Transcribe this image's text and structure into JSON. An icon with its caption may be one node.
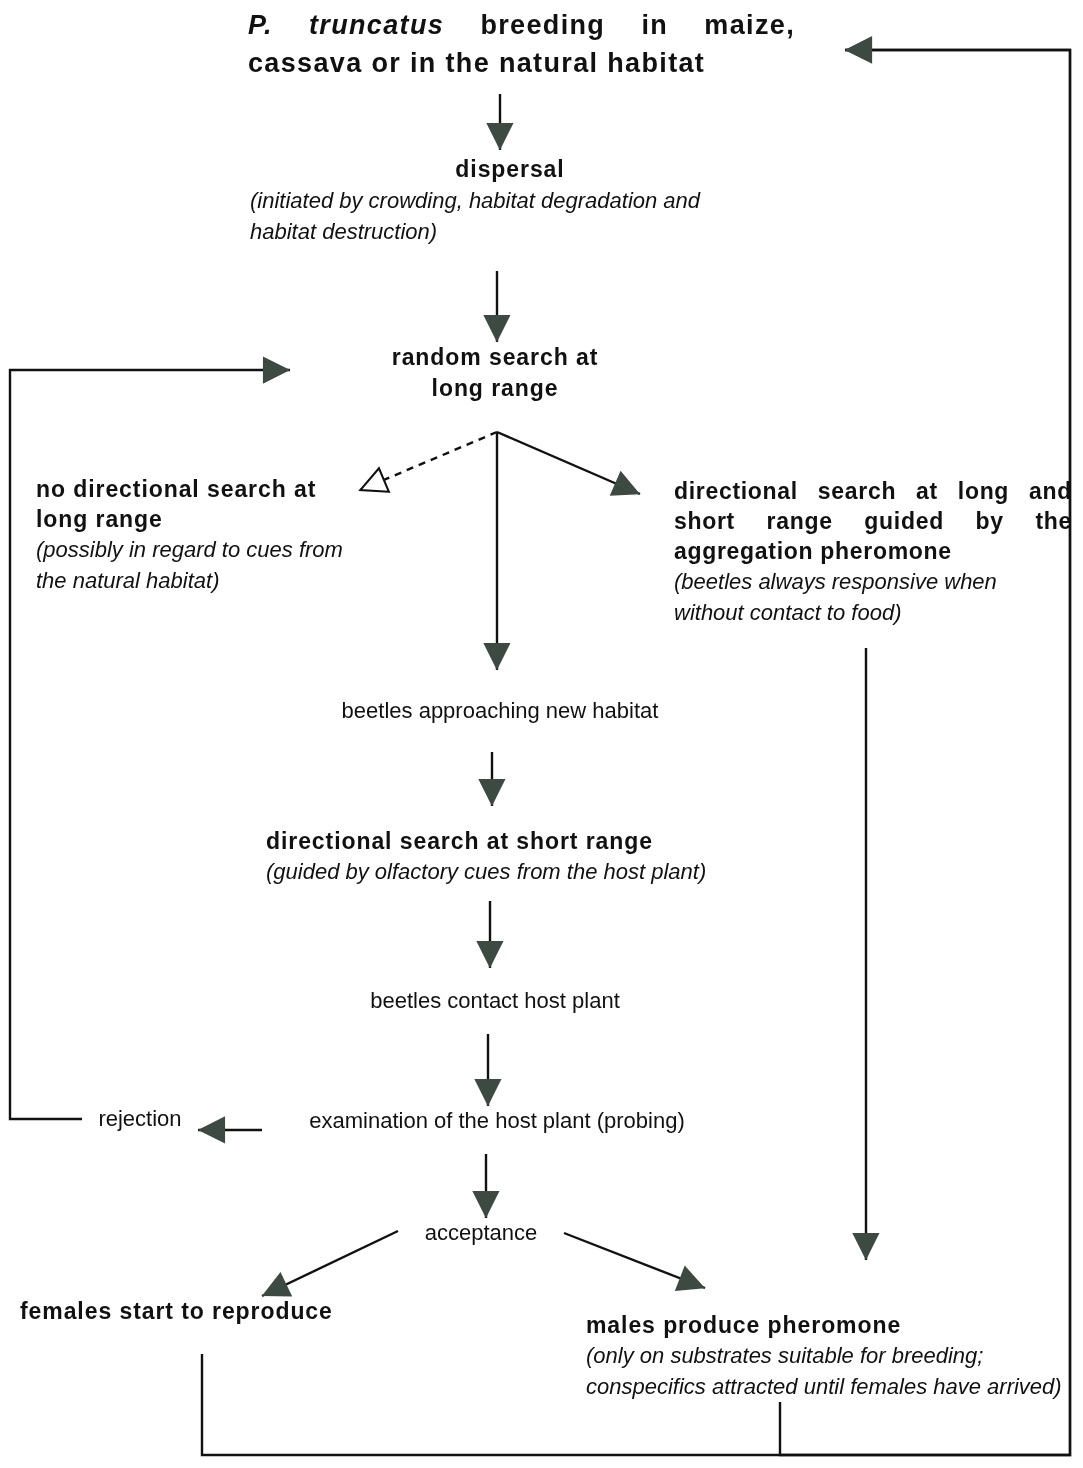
{
  "diagram": {
    "nodes": [
      {
        "text": [
          "*P. truncatus* breeding in maize, cassava or in the natural habitat"
        ]
      },
      {
        "text": [
          "dispersal",
          "(initiated by crowding, habitat degradation and habitat destruction)"
        ]
      },
      {
        "text": [
          "random search at long range"
        ]
      },
      {
        "text": [
          "no directional search at long range",
          "(possibly in regard to cues from the natural habitat)"
        ]
      },
      {
        "text": [
          "directional search at long and short range guided by the aggregation pheromone",
          "(beetles always responsive when without contact to food)"
        ]
      },
      {
        "text": [
          "beetles approaching new habitat"
        ]
      },
      {
        "text": [
          "directional search at short range",
          "(guided by olfactory cues from the host plant)"
        ]
      },
      {
        "text": [
          "beetles contact host plant"
        ]
      },
      {
        "text": [
          "examination of the host plant (probing)"
        ]
      },
      {
        "text": [
          "rejection"
        ]
      },
      {
        "text": [
          "acceptance"
        ]
      },
      {
        "text": [
          "females start to reproduce"
        ]
      },
      {
        "text": [
          "males produce pheromone",
          "(only on substrates suitable for breeding; conspecifics attracted until females have arrived)"
        ]
      }
    ],
    "edges": [
      {
        "from": 0,
        "to": 1,
        "arrow": "to"
      },
      {
        "from": 1,
        "to": 2,
        "arrow": "to"
      },
      {
        "from": 2,
        "to": 3,
        "arrow": "to",
        "style": "dashed"
      },
      {
        "from": 2,
        "to": 4,
        "arrow": "to"
      },
      {
        "from": 2,
        "to": 5,
        "arrow": "to"
      },
      {
        "from": 5,
        "to": 6,
        "arrow": "to"
      },
      {
        "from": 6,
        "to": 7,
        "arrow": "to"
      },
      {
        "from": 7,
        "to": 8,
        "arrow": "to"
      },
      {
        "from": 8,
        "to": 9,
        "arrow": "to"
      },
      {
        "from": 9,
        "to": 2,
        "arrow": "to"
      },
      {
        "from": 8,
        "to": 10,
        "arrow": "to"
      },
      {
        "from": 10,
        "to": 11,
        "arrow": "to"
      },
      {
        "from": 10,
        "to": 12,
        "arrow": "to"
      },
      {
        "from": 4,
        "to": 12,
        "arrow": "to"
      },
      {
        "from": 11,
        "to": 0,
        "arrow": "to"
      },
      {
        "from": 12,
        "to": 0,
        "arrow": "to"
      }
    ]
  }
}
